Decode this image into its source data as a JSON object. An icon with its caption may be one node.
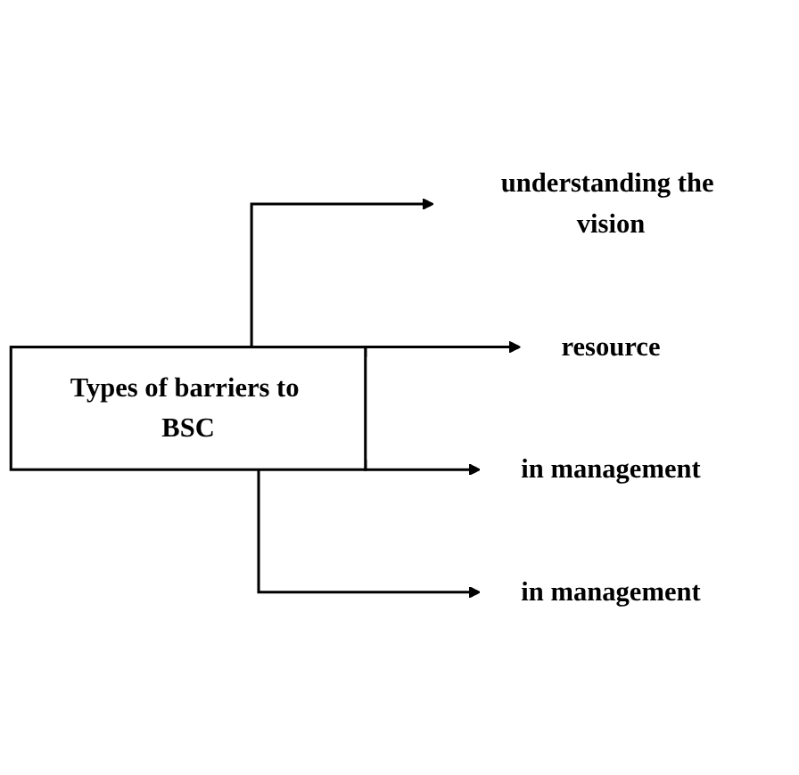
{
  "diagram": {
    "nodes": [
      {
        "text": [
          "Types of barriers to BSC"
        ]
      },
      {
        "text": [
          "understanding the vision"
        ]
      },
      {
        "text": [
          "resource"
        ]
      },
      {
        "text": [
          "in management"
        ]
      },
      {
        "text": [
          "in management"
        ]
      }
    ],
    "edges": [
      {
        "from": 0,
        "to": 1,
        "arrow": "to"
      },
      {
        "from": 0,
        "to": 2,
        "arrow": "to"
      },
      {
        "from": 0,
        "to": 3,
        "arrow": "to"
      },
      {
        "from": 0,
        "to": 4,
        "arrow": "to"
      }
    ]
  }
}
